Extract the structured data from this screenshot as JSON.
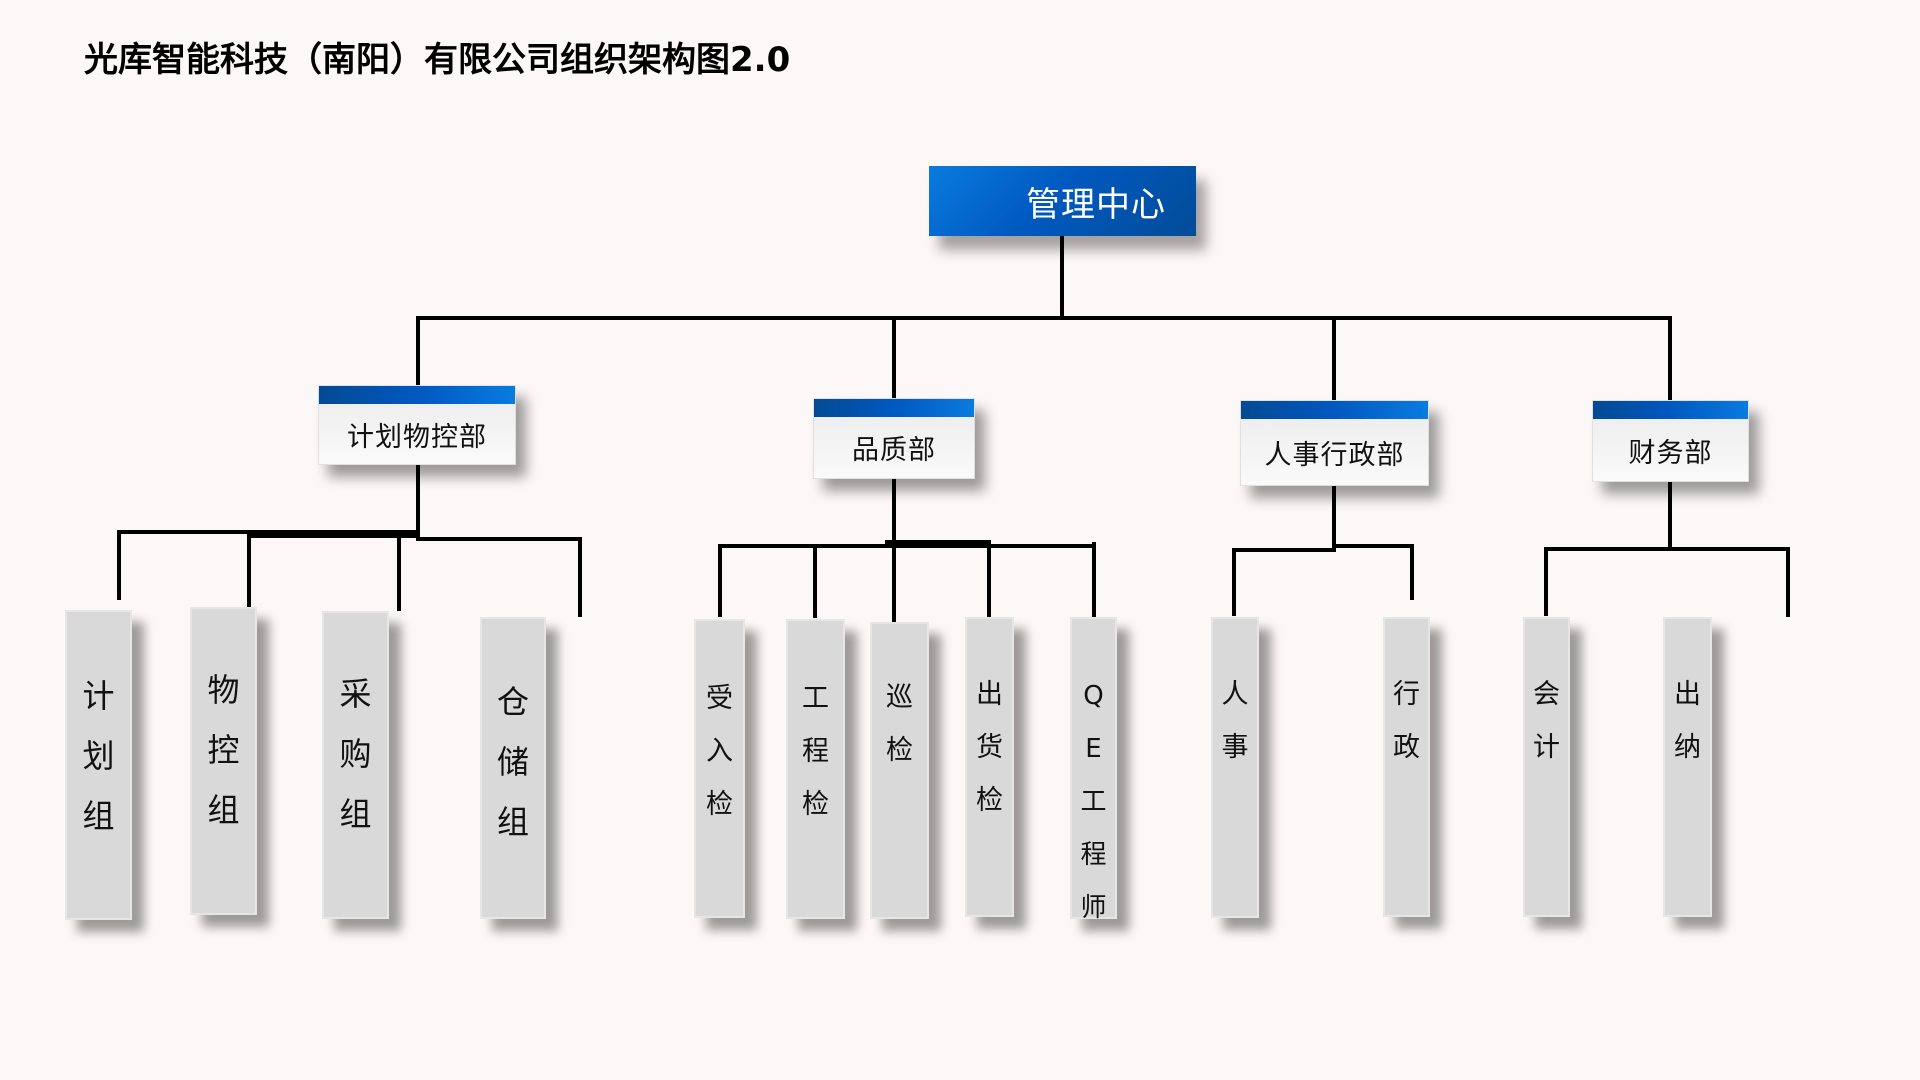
{
  "title": "光库智能科技（南阳）有限公司组织架构图2.0",
  "root": {
    "label": "管理中心"
  },
  "departments": [
    {
      "label": "计划物控部",
      "groups": [
        {
          "label": "计划组"
        },
        {
          "label": "物控组"
        },
        {
          "label": "采购组"
        },
        {
          "label": "仓储组"
        }
      ]
    },
    {
      "label": "品质部",
      "groups": [
        {
          "label": "受入检"
        },
        {
          "label": "工程检"
        },
        {
          "label": "巡检"
        },
        {
          "label": "出货检"
        },
        {
          "label": "QE工程师"
        }
      ]
    },
    {
      "label": "人事行政部",
      "groups": [
        {
          "label": "人事"
        },
        {
          "label": "行政"
        }
      ]
    },
    {
      "label": "财务部",
      "groups": [
        {
          "label": "会计"
        },
        {
          "label": "出纳"
        }
      ]
    }
  ],
  "colors": {
    "background": "#fdf8f8",
    "root_fill": "#0059c0",
    "dept_band": "#0058c0",
    "leaf_fill": "#d9d9d9",
    "connector": "#000000"
  }
}
